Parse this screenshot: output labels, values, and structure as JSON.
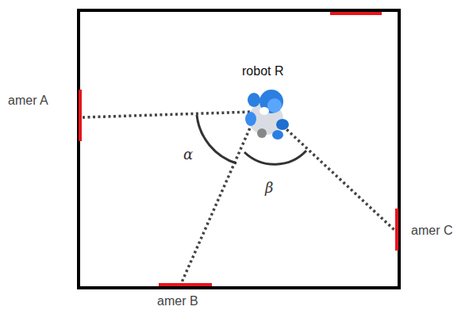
{
  "diagram": {
    "labels": [
      "robot R",
      "amer A",
      "amer B",
      "amer C",
      "α",
      "β"
    ]
  }
}
